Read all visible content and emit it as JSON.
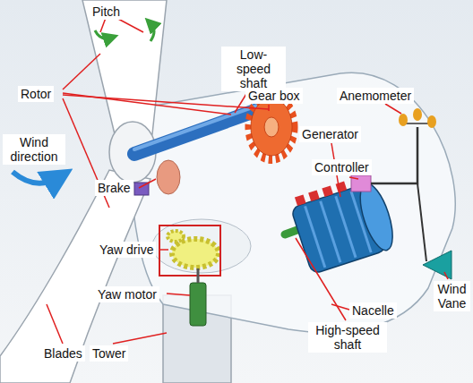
{
  "diagram": {
    "labels": [
      "Pitch",
      "Rotor",
      "Low-speed shaft",
      "Gear box",
      "Anemometer",
      "Generator",
      "Controller",
      "Wind direction",
      "Brake",
      "Yaw drive",
      "Wind Vane",
      "Nacelle",
      "Yaw motor",
      "High-speed shaft",
      "Blades",
      "Tower"
    ]
  }
}
